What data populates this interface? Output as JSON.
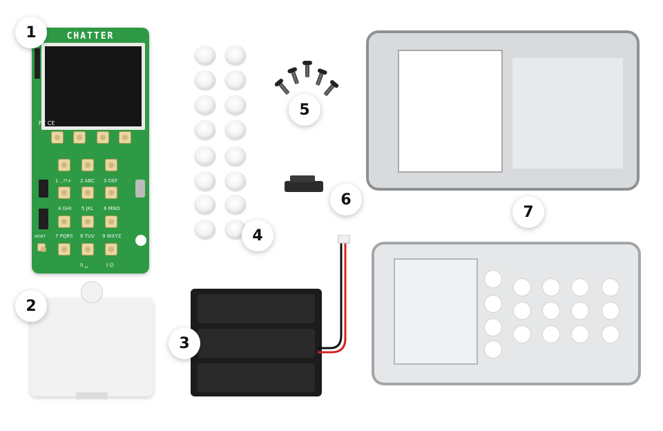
{
  "product_name": "CHATTER",
  "pcb": {
    "icons_row": "FC CE",
    "keys_row": [
      "1 .,?!+",
      "2 ABC",
      "3 DEF",
      "4 GHI",
      "5 JKL",
      "6 MNO",
      "7 PQRS",
      "8 TUV",
      "9 WXYZ"
    ],
    "bottom_labels": [
      "0 ␣",
      "⇧☺"
    ],
    "reset_label": "RESET"
  },
  "callouts": [
    "1",
    "2",
    "3",
    "4",
    "5",
    "6",
    "7"
  ],
  "colors": {
    "pcb_green": "#2f9a45",
    "key_cream": "#e7d6a4",
    "screen": "#151515",
    "battery_holder": "#1c1c1c",
    "case_clear": "#d9dadb"
  }
}
